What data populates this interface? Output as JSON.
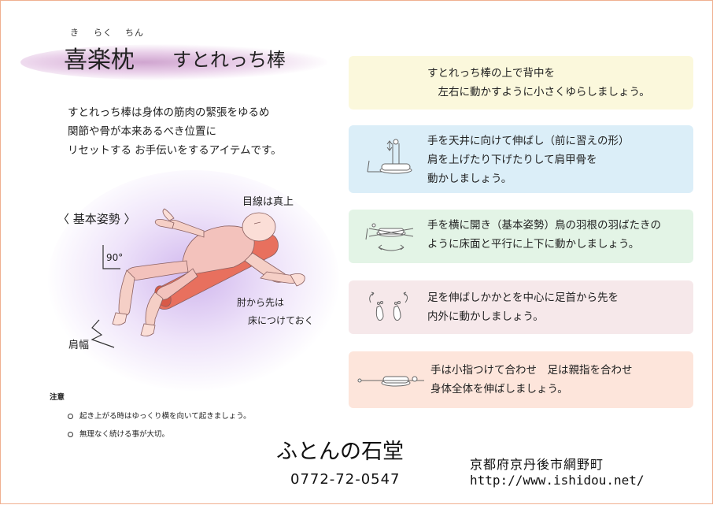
{
  "title": {
    "ruby": [
      "き",
      "らく",
      "ちん"
    ],
    "main": "喜楽枕",
    "sub": "すとれっち棒"
  },
  "intro": [
    "すとれっち棒は身体の筋肉の緊張をゆるめ",
    "関節や骨が本来あるべき位置に",
    "リセットする お手伝いをするアイテムです。"
  ],
  "figure": {
    "posture_label": "〈 基本姿勢 〉",
    "gaze_label": "目線は真上",
    "angle_label": "90°",
    "elbow_label": [
      "肘から先は",
      "床につけておく"
    ],
    "shoulder_label": "肩幅"
  },
  "notes": {
    "heading": "注意",
    "items": [
      "起き上がる時はゆっくり横を向いて起きましょう。",
      "無理なく続ける事が大切。"
    ]
  },
  "cards": [
    {
      "color": "#fbf8dc",
      "icon": "rolling-person-icon",
      "lines": [
        "すとれっち棒の上で背中を",
        "　左右に動かすように小さくゆらしましょう。"
      ]
    },
    {
      "color": "#dbeef8",
      "icon": "arms-up-down-icon",
      "lines": [
        "手を天井に向けて伸ばし（前に習えの形）",
        "肩を上げたり下げたりして肩甲骨を",
        "動かしましょう。"
      ]
    },
    {
      "color": "#e3f4e6",
      "icon": "arms-flap-icon",
      "lines": [
        "手を横に開き（基本姿勢）鳥の羽根の羽ばたきの",
        "ように床面と平行に上下に動かしましょう。"
      ]
    },
    {
      "color": "#f6e8ea",
      "icon": "feet-rotate-icon",
      "lines": [
        "足を伸ばしかかとを中心に足首から先を",
        "内外に動かしましょう。"
      ]
    },
    {
      "color": "#fde5db",
      "icon": "full-stretch-icon",
      "lines": [
        "手は小指つけて合わせ　足は親指を合わせ",
        "身体全体を伸ばしましょう。"
      ]
    }
  ],
  "footer": {
    "shop_name": "ふとんの石堂",
    "phone": "0772-72-0547",
    "address": "京都府京丹後市網野町",
    "url": "http://www.ishidou.net/"
  }
}
